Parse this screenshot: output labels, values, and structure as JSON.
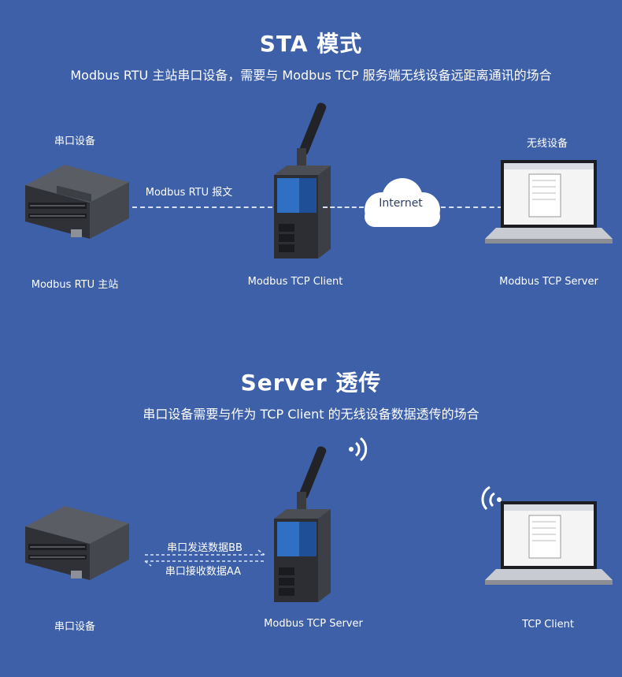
{
  "sta": {
    "title": "STA 模式",
    "subtitle": "Modbus RTU 主站串口设备，需要与 Modbus TCP 服务端无线设备远距离通讯的场合",
    "serial_device_top": "串口设备",
    "wireless_device_top": "无线设备",
    "link_label": "Modbus RTU 报文",
    "cloud_label": "Internet",
    "left_caption": "Modbus RTU 主站",
    "middle_caption": "Modbus TCP Client",
    "right_caption": "Modbus TCP Server"
  },
  "server": {
    "title": "Server 透传",
    "subtitle": "串口设备需要与作为 TCP Client 的无线设备数据透传的场合",
    "send_label": "串口发送数据BB",
    "receive_label": "串口接收数据AA",
    "left_caption": "串口设备",
    "middle_caption": "Modbus TCP Server",
    "right_caption": "TCP Client"
  }
}
